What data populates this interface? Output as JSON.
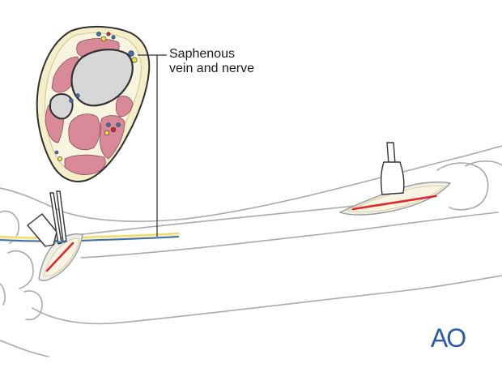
{
  "label": {
    "line1": "Saphenous",
    "line2": "vein and nerve"
  },
  "logo": {
    "text": "AO",
    "color": "#2b5aa8"
  },
  "colors": {
    "muscle": "#d98a98",
    "bone": "#d7d7d7",
    "fat": "#f4efc8",
    "outline": "#2f2f2f",
    "limb_outline": "#a9a9a9",
    "incision": "#e0262b",
    "vein": "#3f6fb0",
    "nerve": "#f0d84a"
  }
}
